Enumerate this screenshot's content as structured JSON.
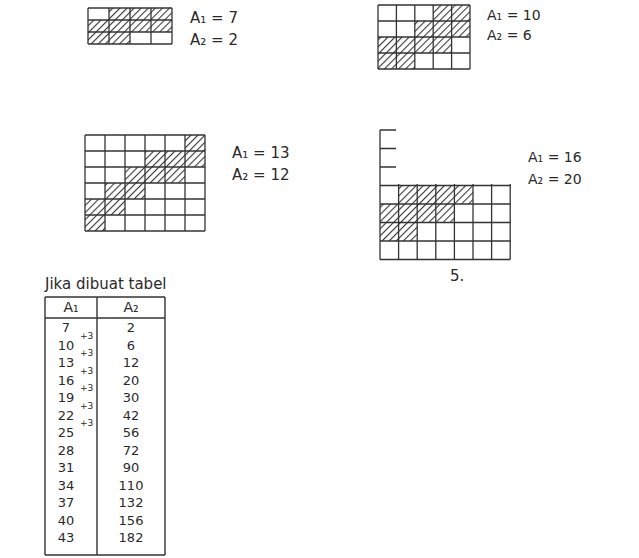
{
  "diagram": {
    "labels": [
      "A₁ = 7",
      "A₂ = 2",
      "A₁ = 10",
      "A₂ = 6",
      "A₁ = 13",
      "A₂ = 12",
      "A₁ = 16",
      "A₂ = 20",
      "5.",
      "Jika dibuat tabel",
      "A₁",
      "A₂",
      "7",
      "2",
      "10",
      "6",
      "13",
      "12",
      "16",
      "20",
      "19",
      "30",
      "22",
      "42",
      "25",
      "56",
      "28",
      "72",
      "31",
      "90",
      "34",
      "110",
      "37",
      "132",
      "40",
      "156",
      "43",
      "182",
      "+3",
      "+3",
      "+3",
      "+3",
      "+3",
      "+3"
    ]
  }
}
